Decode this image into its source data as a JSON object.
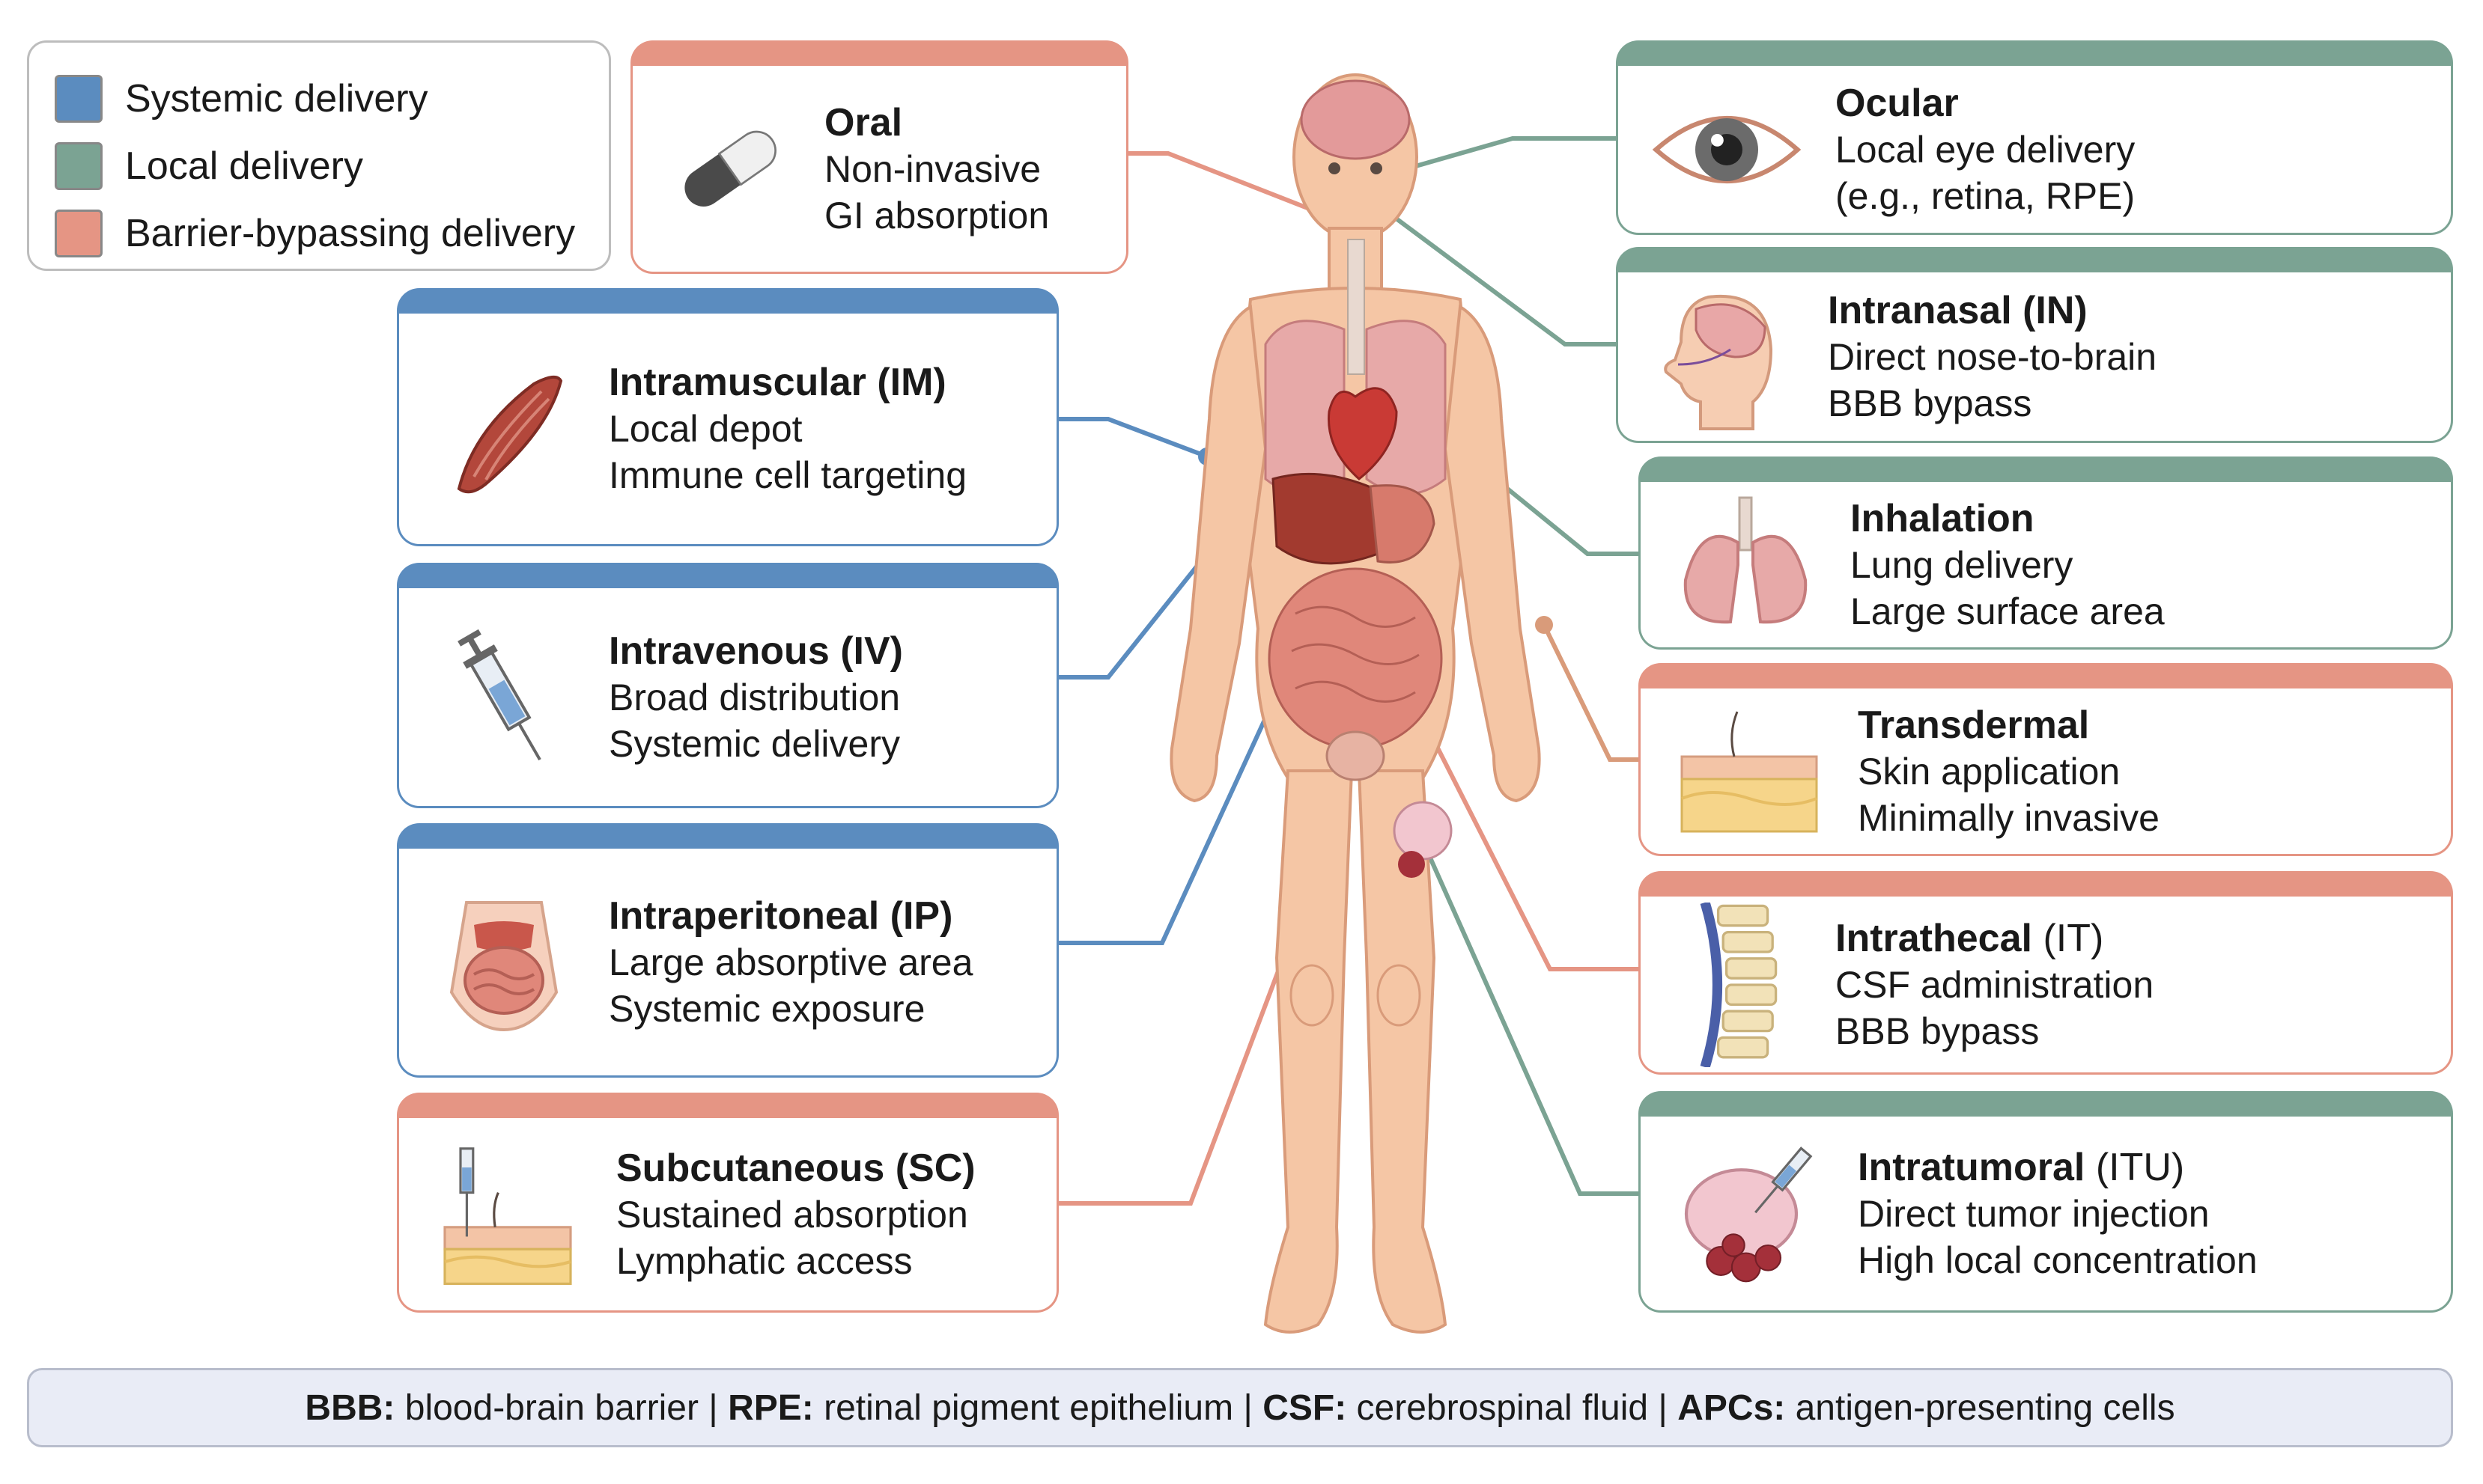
{
  "colors": {
    "systemic": "#5b8cbf",
    "local": "#7ba393",
    "barrier": "#e59584",
    "skin": "#f5c6a5",
    "skin_edge": "#d99b7a"
  },
  "legend": [
    {
      "label": "Systemic delivery",
      "color": "#5b8cbf"
    },
    {
      "label": "Local delivery",
      "color": "#7ba393"
    },
    {
      "label": "Barrier-bypassing delivery",
      "color": "#e59584"
    }
  ],
  "routes": {
    "oral": {
      "title": "Oral",
      "abbr": "",
      "lines": [
        "Non-invasive",
        "GI absorption"
      ],
      "icon": "capsule-icon"
    },
    "im": {
      "title": "Intramuscular",
      "abbr": "(IM)",
      "lines": [
        "Local depot",
        "Immune cell targeting"
      ],
      "icon": "muscle-icon"
    },
    "iv": {
      "title": "Intravenous",
      "abbr": "(IV)",
      "lines": [
        "Broad distribution",
        "Systemic delivery"
      ],
      "icon": "syringe-icon"
    },
    "ip": {
      "title": "Intraperitoneal",
      "abbr": "(IP)",
      "lines": [
        "Large absorptive area",
        "Systemic exposure"
      ],
      "icon": "abdomen-icon"
    },
    "sc": {
      "title": "Subcutaneous",
      "abbr": "(SC)",
      "lines": [
        "Sustained absorption",
        "Lymphatic access"
      ],
      "icon": "skin-injection-icon"
    },
    "ocular": {
      "title": "Ocular",
      "abbr": "",
      "lines": [
        "Local eye delivery",
        "(e.g., retina, RPE)"
      ],
      "icon": "eye-icon"
    },
    "in": {
      "title": "Intranasal",
      "abbr": "(IN)",
      "lines": [
        "Direct nose-to-brain",
        "BBB bypass"
      ],
      "icon": "head-profile-icon"
    },
    "inh": {
      "title": "Inhalation",
      "abbr": "",
      "lines": [
        "Lung delivery",
        "Large surface area"
      ],
      "icon": "lungs-icon"
    },
    "td": {
      "title": "Transdermal",
      "abbr": "",
      "lines": [
        "Skin application",
        "Minimally invasive"
      ],
      "icon": "skin-layers-icon"
    },
    "it": {
      "title": "Intrathecal",
      "abbr": "(IT)",
      "lines": [
        "CSF administration",
        "BBB bypass"
      ],
      "icon": "spine-icon"
    },
    "itu": {
      "title": "Intratumoral",
      "abbr": "(ITU)",
      "lines": [
        "Direct tumor injection",
        "High local concentration"
      ],
      "icon": "tumor-injection-icon"
    }
  },
  "footer": [
    {
      "key": "BBB:",
      "value": " blood-brain barrier | "
    },
    {
      "key": "RPE:",
      "value": " retinal pigment epithelium | "
    },
    {
      "key": "CSF:",
      "value": " cerebrospinal fluid | "
    },
    {
      "key": "APCs:",
      "value": " antigen-presenting cells"
    }
  ]
}
